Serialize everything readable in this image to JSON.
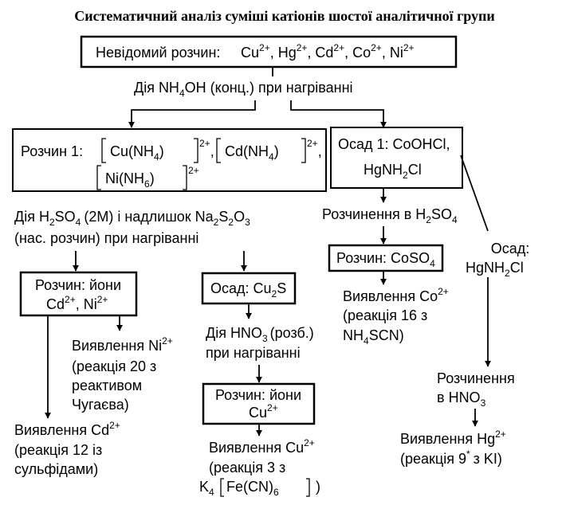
{
  "title": "Систематичний аналіз суміші катіонів шостої аналітичної групи",
  "boxes": {
    "unknown": {
      "label": "Невідомий розчин:",
      "ions": "Cu, Hg, Cd, Co, Ni",
      "charge": "2+"
    },
    "solution1": {
      "label": "Розчин 1:",
      "c1": "Cu(NH",
      "c2": "Cd(NH",
      "c3": "Ni(NH",
      "n1": "4",
      "n2": "4",
      "n3": "6",
      "charge": "2+"
    },
    "precip1": {
      "line1": "Осад 1: CoOHCl,",
      "line2": "HgNH",
      "line2_tail": "Cl"
    },
    "cd_ni": {
      "line1": "Розчин: йони",
      "line2": "Cd, Ni",
      "charge": "2+"
    },
    "cu2s": {
      "label": "Осад: Cu",
      "sub": "2",
      "tail": "S"
    },
    "coso4": {
      "label": "Розчин: CoSO",
      "sub": "4"
    },
    "cu_ions": {
      "line1": "Розчин: йони",
      "line2": "Cu",
      "charge": "2+"
    }
  },
  "steps": {
    "s1": {
      "a": "Дія NH",
      "sub": "4",
      "b": "OH (конц.) при нагріванні"
    },
    "s2": {
      "a": "Дія H",
      "s1": "2",
      "b": "SO",
      "s2": "4",
      "c": "(2M) і надлишок Na",
      "s3": "2",
      "d": "S",
      "s4": "2",
      "e": "O",
      "s5": "3",
      "line2": "(нас. розчин) при нагріванні"
    },
    "s3": {
      "a": "Розчинення в H",
      "s1": "2",
      "b": "SO",
      "s2": "4"
    },
    "s4": {
      "line1": "Осад:",
      "line2": "HgNH",
      "sub": "2",
      "tail": "Cl"
    },
    "s5": {
      "a": "Дія HNO",
      "sub": "3",
      "b": "(розб.)",
      "line2": "при нагріванні"
    },
    "s6": {
      "line1": "Розчинення",
      "line2": "в HNO",
      "sub": "3"
    }
  },
  "detections": {
    "ni": {
      "line1": "Виявлення Ni",
      "charge": "2+",
      "line2": "(реакція 20 з",
      "line3": "реактивом",
      "line4": "Чугаєва)"
    },
    "cd": {
      "line1": "Виявлення Cd",
      "charge": "2+",
      "line2": "(реакція 12 із",
      "line3": "сульфідами)"
    },
    "cu": {
      "line1": "Виявлення Cu",
      "charge": "2+",
      "line2": "(реакція 3 з",
      "k": "K",
      "ksub": "4",
      "fe": "Fe(CN)",
      "fesub": "6"
    },
    "co": {
      "line1": "Виявлення Co",
      "charge": "2+",
      "line2": "(реакція 16 з",
      "line3": "NH",
      "sub": "4",
      "tail": "SCN)"
    },
    "hg": {
      "line1": "Виявлення Hg",
      "charge": "2+",
      "line2": "(реакція 9",
      "star": "*",
      "tail": "з KI)"
    }
  }
}
